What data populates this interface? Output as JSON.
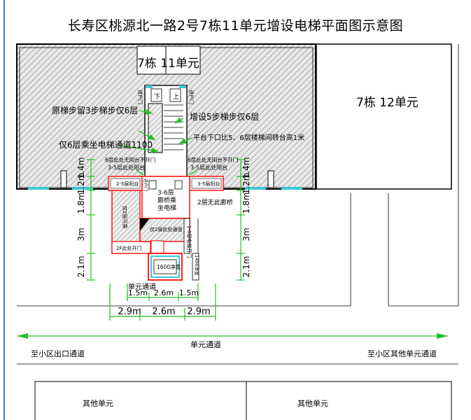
{
  "title": "长寿区桃源北一路2号7栋11单元增设电梯平面图示意图",
  "labels": {
    "unit_11": "7栋  11单元",
    "unit_12": "7栋  12单元",
    "original_stair": "原梯步留3步梯步仅6层",
    "added_stair": "增设5步梯步仅6层",
    "platform_note": "平台下口比5、6层楼梯间转台高1米",
    "passage_6f": "仅6层乘坐电梯通道1100",
    "no_door_left": "6层此处无阳台不开门",
    "balcony_left": "3-5层此处阳台",
    "no_door_right": "6层此处无阳台不开门",
    "balcony_right": "3-5层此处阳台",
    "balcony_2_5_left": "2-5层阳台",
    "balcony_2_5_right": "3-5层阳台",
    "corridor_3_6": "3-6层\n廊桥乘\n坐电梯",
    "no_corridor_2f": "2层无此廊桥",
    "elevator_2f": "仅2层此处通道",
    "opening_2f": "2F此处开门",
    "door_1_6": "1-6层电梯开门",
    "shaft_box": "1600净宽",
    "shaft_side": "1400净宽",
    "door_a": "进户门",
    "door_b": "进户门",
    "door_c": "进户门",
    "down": "下",
    "up": "上",
    "unit_passage_small": "单元通道",
    "unit_passage": "单元通道",
    "to_exit": "至小区出口通道",
    "to_other": "至小区其他单元通道",
    "other_unit_left": "其他单元",
    "other_unit_right": "其他单元",
    "net_width_left": "仅2层可乘"
  },
  "dimensions": {
    "vertical_left": [
      "1.4m",
      "1.2m",
      "1.8m",
      "3m",
      "2.1m"
    ],
    "vertical_right": [
      "1.4m",
      "1.2m",
      "1.8m",
      "3m",
      "2.1m"
    ],
    "horizontal_upper": [
      "1.5m",
      "2.6m",
      "1.5m"
    ],
    "horizontal_lower": [
      "2.9m",
      "2.6m",
      "2.9m"
    ]
  },
  "colors": {
    "green": "#22c022",
    "red": "#ff2020",
    "cyan": "#3cc8d8",
    "hatch": "#555555",
    "wall": "#000000"
  }
}
